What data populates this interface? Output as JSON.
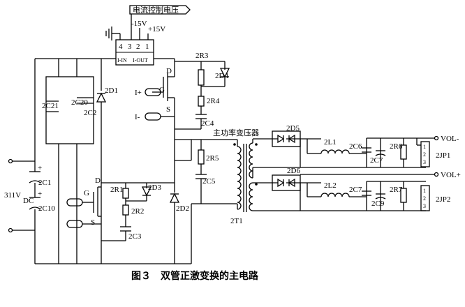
{
  "caption": "图３　双管正激变换的主电路",
  "labels": {
    "control_voltage": "电流控制电压",
    "vneg15": "-15V",
    "vpos15": "+15V",
    "pin4": "4",
    "pin3": "3",
    "pin2": "2",
    "pin1": "1",
    "i_in": "I-IN",
    "i_out": "I-OUT",
    "transformer_cn": "主功率变压器",
    "v311": "311V",
    "dc": "DC",
    "i_plus": "I+",
    "i_minus": "I-",
    "g_top": "G",
    "s_top": "S",
    "d_top": "D",
    "g_bot": "G",
    "s_bot": "S",
    "d_bot": "D",
    "c1": "2C1",
    "c10": "2C10",
    "c21": "2C21",
    "c20": "2C20",
    "c2": "2C2",
    "d1": "2D1",
    "r3": "2R3",
    "d4": "2D4",
    "r4": "2R4",
    "c4": "2C4",
    "r5": "2R5",
    "c5": "2C5",
    "r1": "2R1",
    "d3": "2D3",
    "r2": "2R2",
    "c3": "2C3",
    "d2": "2D2",
    "t1": "2T1",
    "d5": "2D5",
    "d6": "2D6",
    "l1": "2L1",
    "l2": "2L2",
    "c6": "2C6",
    "c7a": "2C7",
    "c7b": "2C7",
    "c9": "2C9",
    "r6": "2R6",
    "r7": "2R7",
    "jp1": "2JP1",
    "jp2": "2JP2",
    "vol_minus": "VOL-",
    "vol_plus": "VOL+",
    "jp_pin1a": "1",
    "jp_pin2a": "2",
    "jp_pin3a": "3",
    "jp_pin1b": "1",
    "jp_pin2b": "2",
    "jp_pin3b": "3"
  }
}
